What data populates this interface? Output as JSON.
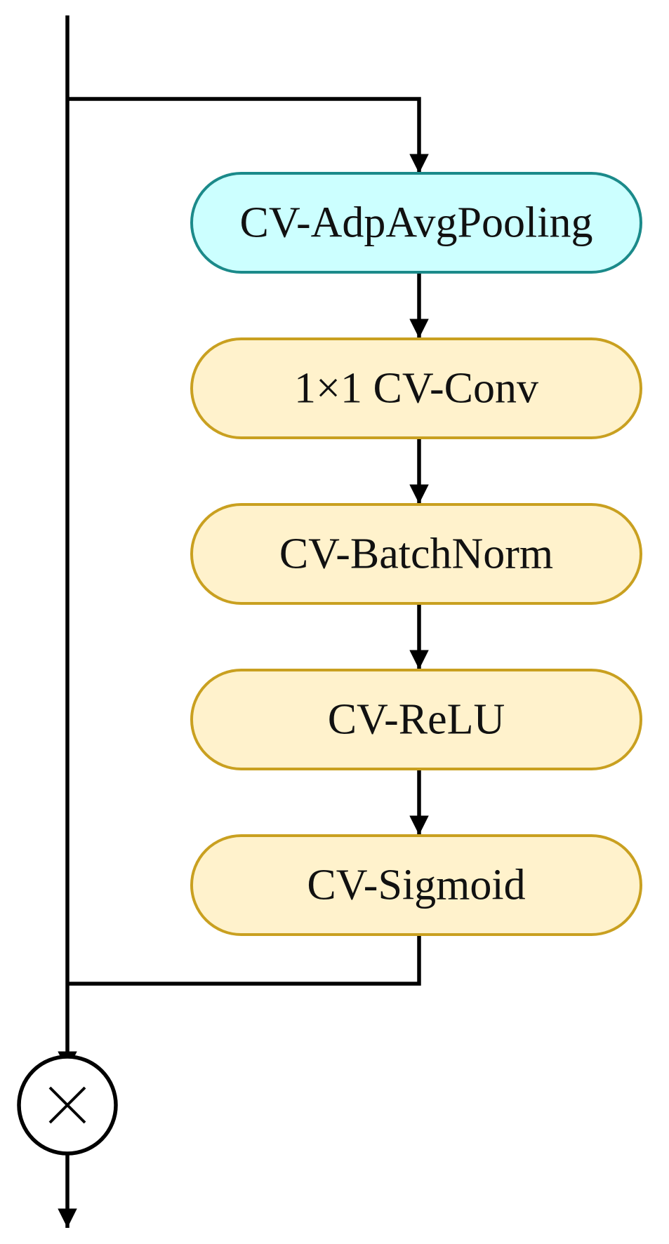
{
  "diagram": {
    "nodes": [
      {
        "id": "pool",
        "label": "CV-AdpAvgPooling",
        "fill": "#ccffff",
        "stroke": "#1b8a8a"
      },
      {
        "id": "conv",
        "label": "1×1 CV-Conv",
        "fill": "#fff2cc",
        "stroke": "#c9a020"
      },
      {
        "id": "bn",
        "label": "CV-BatchNorm",
        "fill": "#fff2cc",
        "stroke": "#c9a020"
      },
      {
        "id": "relu",
        "label": "CV-ReLU",
        "fill": "#fff2cc",
        "stroke": "#c9a020"
      },
      {
        "id": "sigmoid",
        "label": "CV-Sigmoid",
        "fill": "#fff2cc",
        "stroke": "#c9a020"
      }
    ],
    "operator": {
      "symbol": "multiply"
    },
    "line_color": "#000000"
  }
}
